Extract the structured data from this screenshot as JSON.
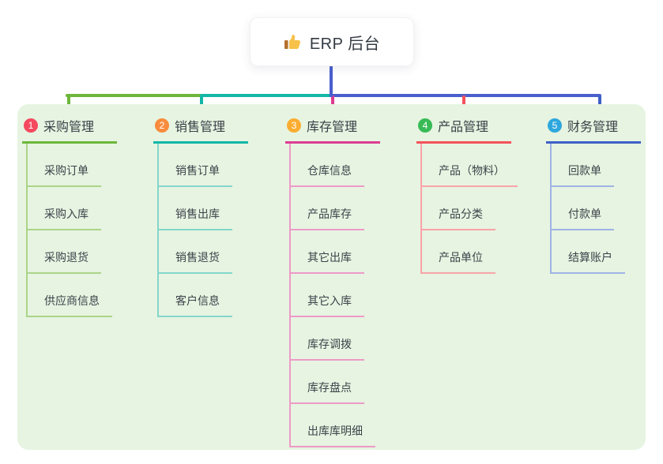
{
  "root": {
    "title": "ERP 后台",
    "icon": "thumbs-up"
  },
  "theme": {
    "page_bg": "#ffffff",
    "panel_bg": "#e6f4e1",
    "stem_color": "#4a5fce",
    "text_color": "#3a4048"
  },
  "branches": [
    {
      "index": "1",
      "label": "采购管理",
      "badge_color": "#f5495f",
      "line_color": "#6eb63b",
      "child_line_color": "#abd489",
      "children": [
        "采购订单",
        "采购入库",
        "采购退货",
        "供应商信息"
      ]
    },
    {
      "index": "2",
      "label": "销售管理",
      "badge_color": "#f98b3d",
      "line_color": "#12b7a6",
      "child_line_color": "#84d6cb",
      "children": [
        "销售订单",
        "销售出库",
        "销售退货",
        "客户信息"
      ]
    },
    {
      "index": "3",
      "label": "库存管理",
      "badge_color": "#fbad31",
      "line_color": "#dc3c92",
      "child_line_color": "#ee9ac8",
      "children": [
        "仓库信息",
        "产品库存",
        "其它出库",
        "其它入库",
        "库存调拨",
        "库存盘点",
        "出库库明细"
      ]
    },
    {
      "index": "4",
      "label": "产品管理",
      "badge_color": "#38bb56",
      "line_color": "#f4515c",
      "child_line_color": "#f9a3a9",
      "children": [
        "产品（物料）",
        "产品分类",
        "产品单位"
      ]
    },
    {
      "index": "5",
      "label": "财务管理",
      "badge_color": "#2ea7dc",
      "line_color": "#3f5fc6",
      "child_line_color": "#9fb3e4",
      "children": [
        "回款单",
        "付款单",
        "结算账户"
      ]
    }
  ]
}
